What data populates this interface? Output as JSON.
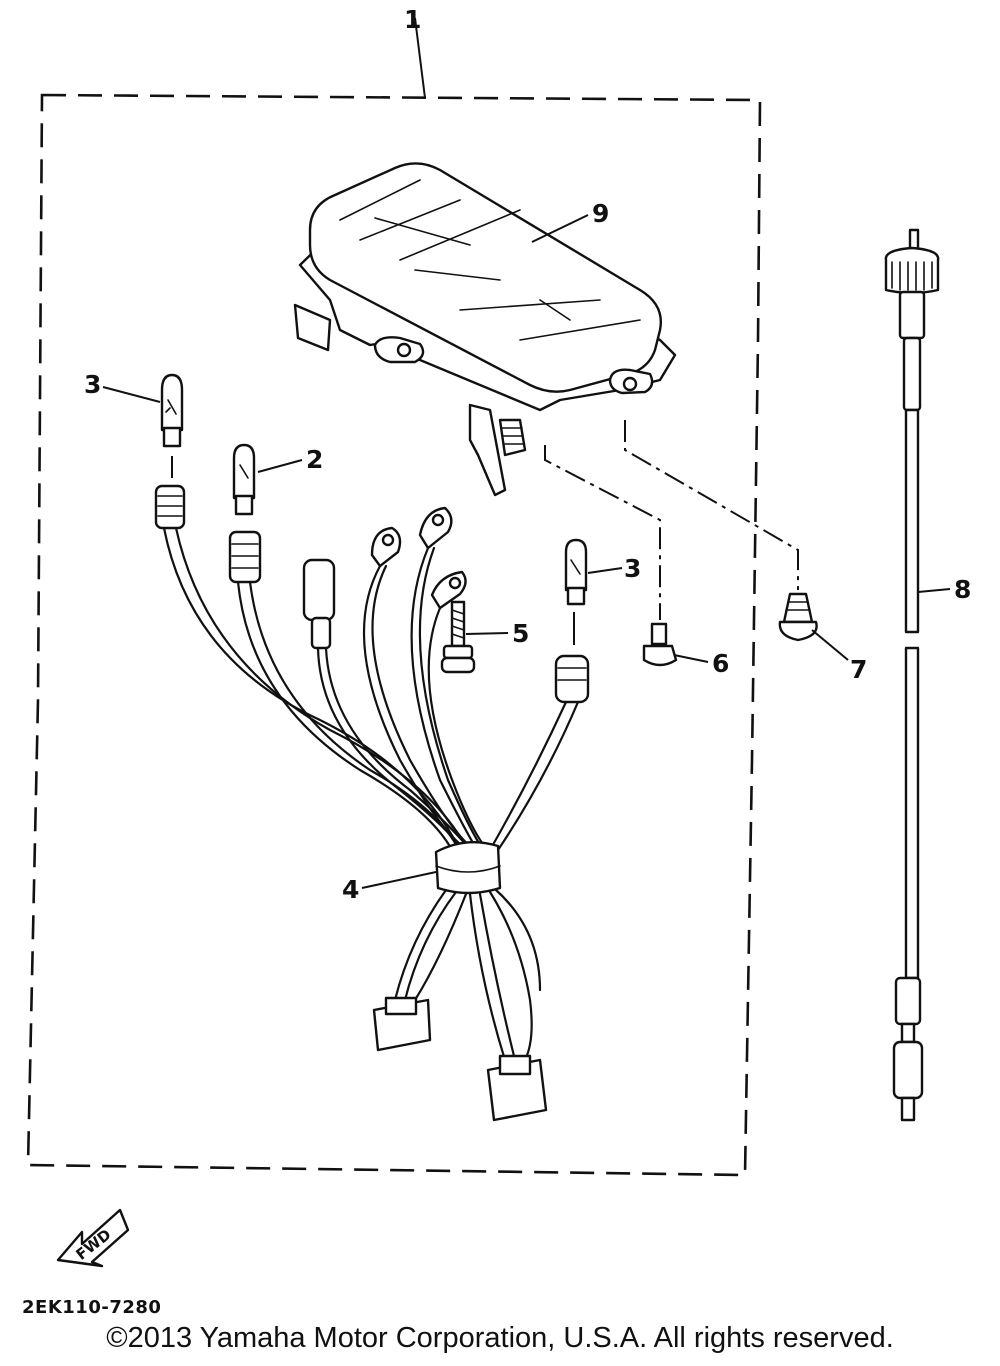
{
  "callouts": [
    "1",
    "2",
    "3",
    "3",
    "4",
    "5",
    "6",
    "7",
    "8",
    "9"
  ],
  "fwd_label": "FWD",
  "diagram_code": "2EK110-7280",
  "copyright": "©2013 Yamaha Motor Corporation, U.S.A. All rights reserved."
}
